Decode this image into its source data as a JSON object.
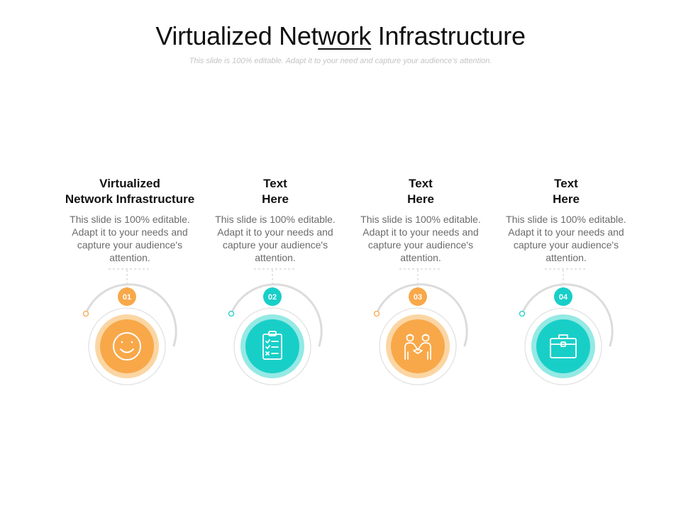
{
  "slide": {
    "title_pre": "Virtualized Net",
    "title_underline": "work",
    "title_post": " Infrastructure",
    "subtitle": "This slide is 100% editable. Adapt it to your need and capture your audience's attention."
  },
  "colors": {
    "orange": "#f8a849",
    "orange_light": "#fbd6a4",
    "teal": "#18cfc8",
    "teal_light": "#95e9e4",
    "arc_gray": "#dcdcdc",
    "ring_gray": "#e2e2e2"
  },
  "items": [
    {
      "number": "01",
      "heading": "Virtualized\nNetwork Infrastructure",
      "description": "This slide is 100% editable. Adapt it to your needs and capture your audience's attention.",
      "theme": "orange",
      "icon": "smiley-icon"
    },
    {
      "number": "02",
      "heading": "Text\nHere",
      "description": "This slide is 100% editable. Adapt it to your needs and capture your audience's attention.",
      "theme": "teal",
      "icon": "checklist-clipboard-icon"
    },
    {
      "number": "03",
      "heading": "Text\nHere",
      "description": "This slide is 100% editable. Adapt it to your needs and capture your audience's attention.",
      "theme": "orange",
      "icon": "handshake-people-icon"
    },
    {
      "number": "04",
      "heading": "Text\nHere",
      "description": "This slide is 100% editable. Adapt it to your needs and capture your audience's attention.",
      "theme": "teal",
      "icon": "briefcase-icon"
    }
  ]
}
